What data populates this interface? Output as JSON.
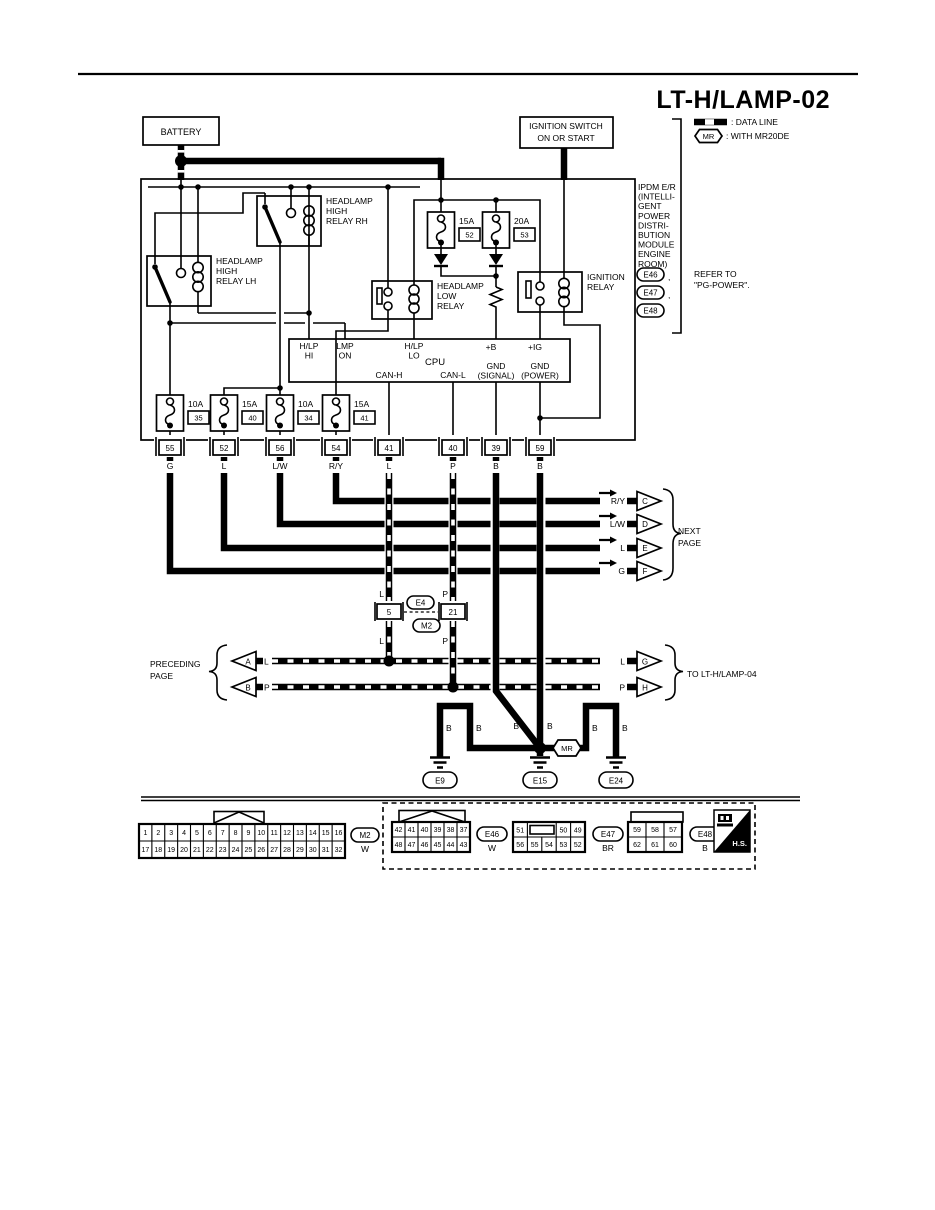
{
  "title": "LT-H/LAMP-02",
  "legend": {
    "data_line": ": DATA LINE",
    "mr": "MR",
    "with_mr": ": WITH MR20DE"
  },
  "battery": "BATTERY",
  "ignition_switch": [
    "IGNITION SWITCH",
    "ON OR START"
  ],
  "ipdm": {
    "name_lines": [
      "IPDM E/R",
      "(INTELLI-",
      "GENT",
      "POWER",
      "DISTRI-",
      "BUTION",
      "MODULE",
      "ENGINE",
      "ROOM)"
    ],
    "connector_refs": [
      "E46",
      "E47",
      "E48"
    ],
    "comma": ",",
    "refer": [
      "REFER TO",
      "\"PG-POWER\"."
    ]
  },
  "relays": {
    "high_rh": [
      "HEADLAMP",
      "HIGH",
      "RELAY RH"
    ],
    "high_lh": [
      "HEADLAMP",
      "HIGH",
      "RELAY LH"
    ],
    "low": [
      "HEADLAMP",
      "LOW",
      "RELAY"
    ],
    "ignition": [
      "IGNITION",
      "RELAY"
    ]
  },
  "fuses": {
    "f52": [
      "15A",
      "52"
    ],
    "f53": [
      "20A",
      "53"
    ],
    "f35": [
      "10A",
      "35"
    ],
    "f40": [
      "15A",
      "40"
    ],
    "f34": [
      "10A",
      "34"
    ],
    "f41": [
      "15A",
      "41"
    ]
  },
  "cpu": {
    "name": "CPU",
    "hlp_hi": [
      "H/LP",
      "HI"
    ],
    "lmp_on": [
      "LMP",
      "ON"
    ],
    "hlp_lo": [
      "H/LP",
      "LO"
    ],
    "plus_b": "+B",
    "plus_ig": "+IG",
    "can_h": "CAN-H",
    "can_l": "CAN-L",
    "gnd_sig": [
      "GND",
      "(SIGNAL)"
    ],
    "gnd_pwr": [
      "GND",
      "(POWER)"
    ]
  },
  "terminals": {
    "t55": "55",
    "t52": "52",
    "t56": "56",
    "t54": "54",
    "t41": "41",
    "t40": "40",
    "t39": "39",
    "t59": "59",
    "t5": "5",
    "t21": "21"
  },
  "wire_colors": {
    "g": "G",
    "l": "L",
    "lw": "L/W",
    "ry": "R/Y",
    "p": "P",
    "b": "B"
  },
  "inline_connectors": {
    "e4": "E4",
    "m2": "M2"
  },
  "page_links": {
    "next": [
      "NEXT",
      "PAGE"
    ],
    "preceding": [
      "PRECEDING",
      "PAGE"
    ],
    "to_lamp04": "TO LT-H/LAMP-04",
    "a": "A",
    "b": "B",
    "c": "C",
    "d": "D",
    "e": "E",
    "f": "F",
    "g": "G",
    "h": "H"
  },
  "grounds": {
    "e9": "E9",
    "e15": "E15",
    "e24": "E24",
    "mr": "MR"
  },
  "connector_tables": {
    "m2": {
      "id": "M2",
      "color": "W",
      "rows": [
        [
          "1",
          "2",
          "3",
          "4",
          "5",
          "6",
          "7",
          "8",
          "9",
          "10",
          "11",
          "12",
          "13",
          "14",
          "15",
          "16"
        ],
        [
          "17",
          "18",
          "19",
          "20",
          "21",
          "22",
          "23",
          "24",
          "25",
          "26",
          "27",
          "28",
          "29",
          "30",
          "31",
          "32"
        ]
      ]
    },
    "e46": {
      "id": "E46",
      "color": "W",
      "rows": [
        [
          "42",
          "41",
          "40",
          "39",
          "38",
          "37"
        ],
        [
          "48",
          "47",
          "46",
          "45",
          "44",
          "43"
        ]
      ]
    },
    "e47": {
      "id": "E47",
      "color": "BR",
      "row1": [
        "51",
        "50",
        "49"
      ],
      "row2": [
        "56",
        "55",
        "54",
        "53",
        "52"
      ]
    },
    "e48": {
      "id": "E48",
      "color": "B",
      "rows": [
        [
          "59",
          "58",
          "57"
        ],
        [
          "62",
          "61",
          "60"
        ]
      ]
    },
    "hs": "H.S."
  }
}
